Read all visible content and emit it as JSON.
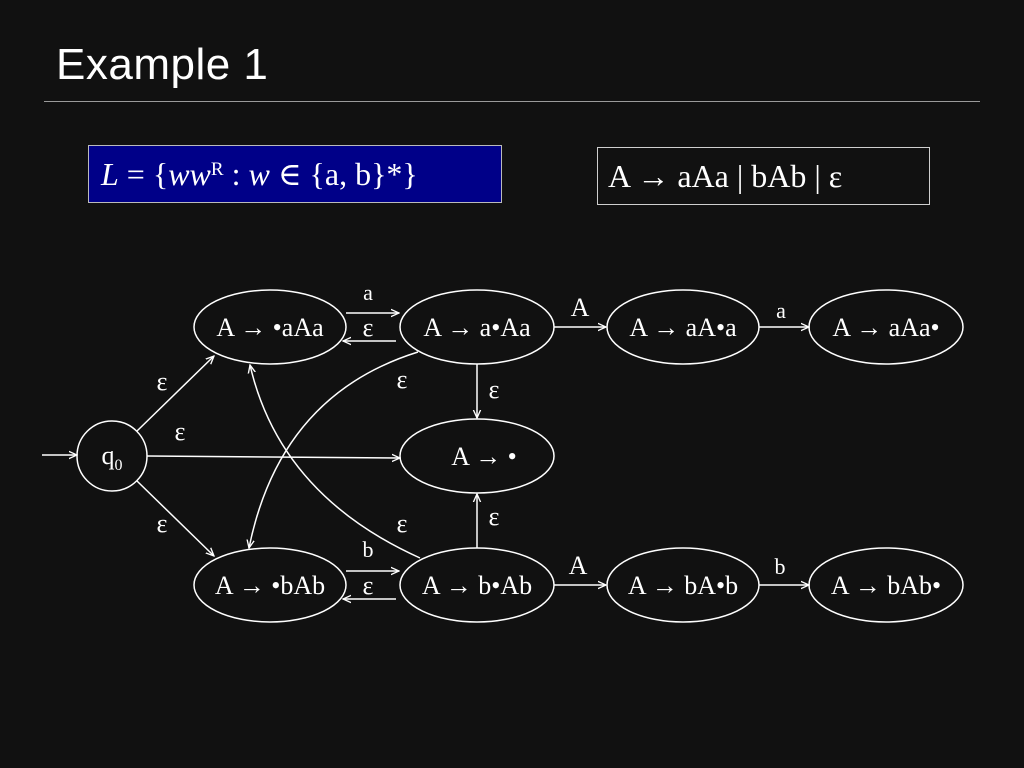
{
  "slide": {
    "title": "Example 1"
  },
  "language": {
    "prefix": "L",
    "equals": " = {",
    "ww": "ww",
    "sup": "R",
    "colon": " : ",
    "w": "w",
    "rest": " ∈ {a, b}*}"
  },
  "grammar": {
    "text": "A → aAa | bAb | ε"
  },
  "diagram": {
    "start_state": {
      "label": "q",
      "subscript": "0"
    },
    "states": [
      {
        "id": "s1",
        "label": "A → •aAa"
      },
      {
        "id": "s2",
        "label": "A → a•Aa"
      },
      {
        "id": "s3",
        "label": "A → aA•a"
      },
      {
        "id": "s4",
        "label": "A → aAa•"
      },
      {
        "id": "s5",
        "label": "A → •"
      },
      {
        "id": "s6",
        "label": "A → •bAb"
      },
      {
        "id": "s7",
        "label": "A → b•Ab"
      },
      {
        "id": "s8",
        "label": "A → bA•b"
      },
      {
        "id": "s9",
        "label": "A → bAb•"
      }
    ],
    "transitions": [
      {
        "from": "s1",
        "to": "s2",
        "label": "a"
      },
      {
        "from": "s2",
        "to": "s1",
        "label": "ε"
      },
      {
        "from": "s2",
        "to": "s3",
        "label": "A"
      },
      {
        "from": "s3",
        "to": "s4",
        "label": "a"
      },
      {
        "from": "s2",
        "to": "s5",
        "label": "ε"
      },
      {
        "from": "s2",
        "to": "s6",
        "label": "ε"
      },
      {
        "from": "q0",
        "to": "s1",
        "label": "ε"
      },
      {
        "from": "q0",
        "to": "s5",
        "label": "ε"
      },
      {
        "from": "q0",
        "to": "s6",
        "label": "ε"
      },
      {
        "from": "s6",
        "to": "s7",
        "label": "b"
      },
      {
        "from": "s7",
        "to": "s6",
        "label": "ε"
      },
      {
        "from": "s7",
        "to": "s5",
        "label": "ε"
      },
      {
        "from": "s7",
        "to": "s1",
        "label": "ε"
      },
      {
        "from": "s7",
        "to": "s8",
        "label": "A"
      },
      {
        "from": "s8",
        "to": "s9",
        "label": "b"
      }
    ]
  }
}
